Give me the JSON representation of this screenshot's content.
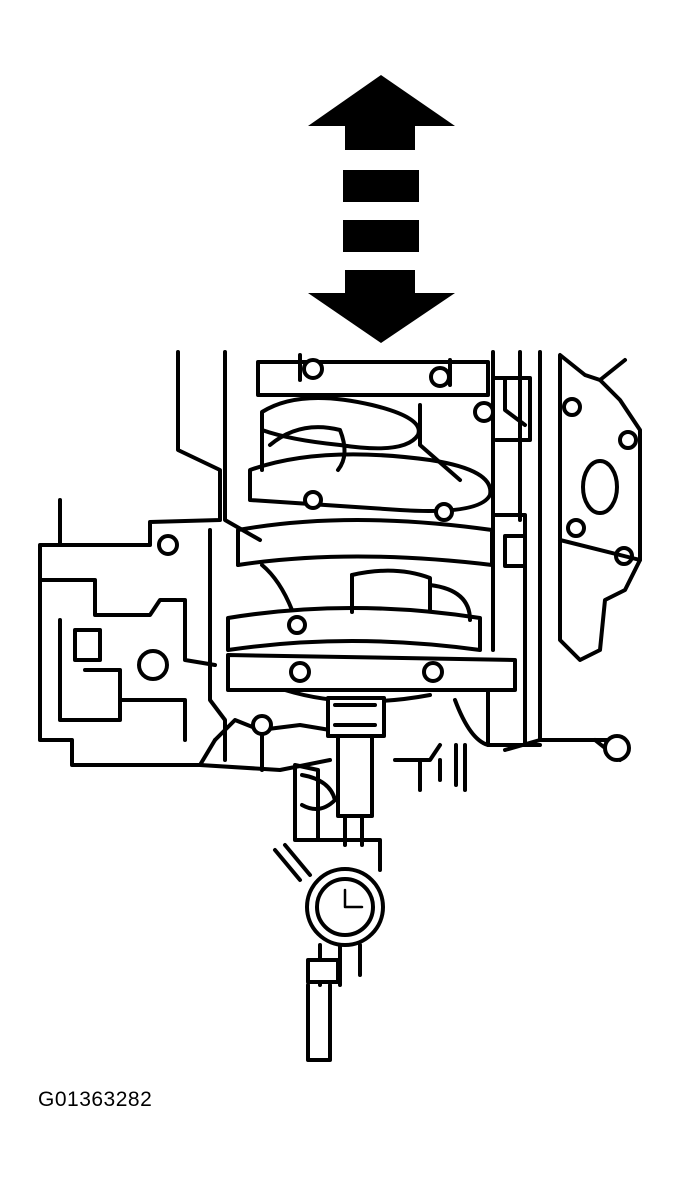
{
  "figure": {
    "code": "G01363282"
  },
  "icons": {
    "motion_arrow": "double-headed-vertical-arrow",
    "gauge": "dial-indicator"
  },
  "colors": {
    "ink": "#000000",
    "paper": "#ffffff"
  }
}
